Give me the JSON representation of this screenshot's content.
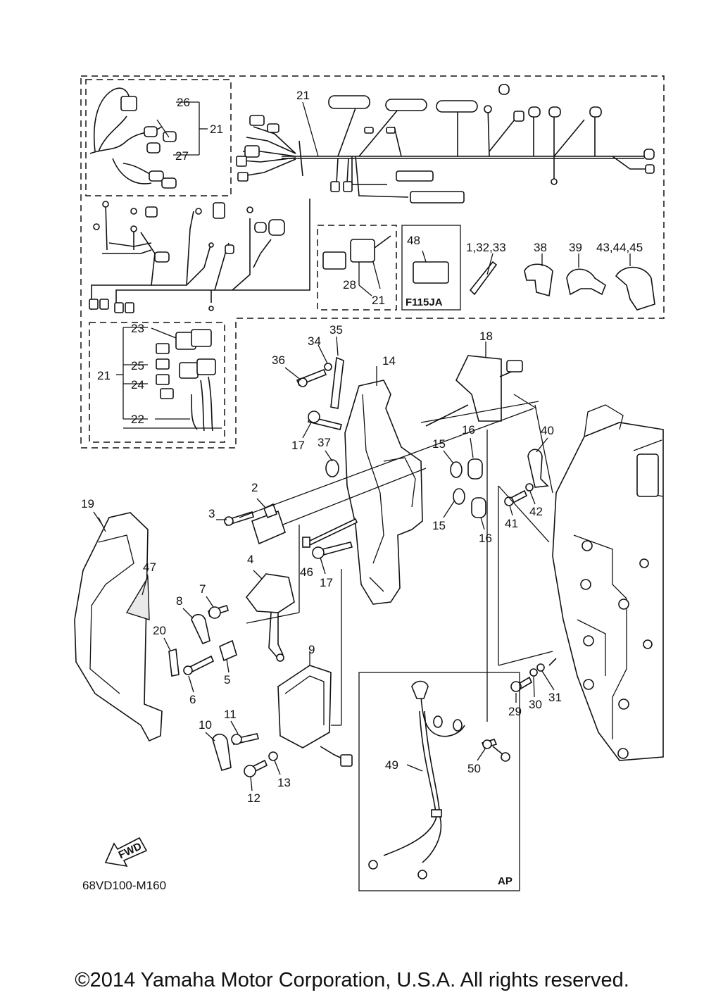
{
  "diagram": {
    "code": "68VD100-M160",
    "fwd_label": "FWD",
    "variant_label": "F115JA",
    "ap_label": "AP",
    "callouts": {
      "c1": "1,32,33",
      "c2": "2",
      "c3": "3",
      "c4": "4",
      "c5": "5",
      "c6": "6",
      "c7": "7",
      "c8": "8",
      "c9": "9",
      "c10": "10",
      "c11": "11",
      "c12": "12",
      "c13": "13",
      "c14": "14",
      "c15a": "15",
      "c15b": "15",
      "c16a": "16",
      "c16b": "16",
      "c17a": "17",
      "c17b": "17",
      "c18": "18",
      "c19": "19",
      "c20": "20",
      "c21a": "21",
      "c21b": "21",
      "c21c": "21",
      "c21d": "21",
      "c22": "22",
      "c23": "23",
      "c24": "24",
      "c25": "25",
      "c26": "26",
      "c27": "27",
      "c28": "28",
      "c29": "29",
      "c30": "30",
      "c31": "31",
      "c34": "34",
      "c35": "35",
      "c36": "36",
      "c37": "37",
      "c38": "38",
      "c39": "39",
      "c40": "40",
      "c41": "41",
      "c42": "42",
      "c43": "43,44,45",
      "c46": "46",
      "c47": "47",
      "c48": "48",
      "c49": "49",
      "c50": "50"
    }
  },
  "copyright": "©2014 Yamaha Motor Corporation, U.S.A. All rights reserved."
}
